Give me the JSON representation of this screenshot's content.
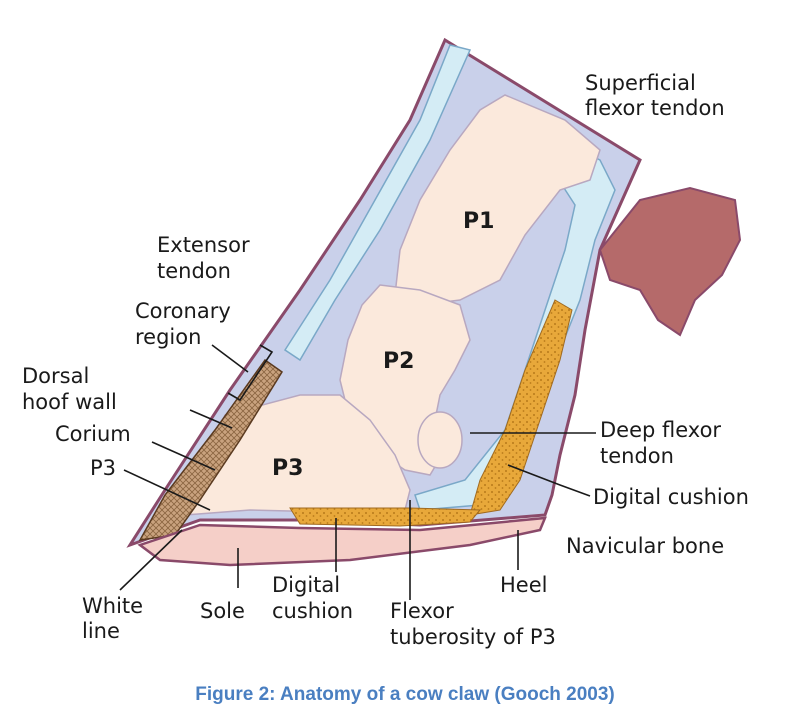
{
  "labels": {
    "superficial_flexor_1": "Superficial",
    "superficial_flexor_2": "flexor tendon",
    "extensor_1": "Extensor",
    "extensor_2": "tendon",
    "coronary_1": "Coronary",
    "coronary_2": "region",
    "dorsal_1": "Dorsal",
    "dorsal_2": "hoof wall",
    "corium": "Corium",
    "p3_side": "P3",
    "white_1": "White",
    "white_2": "line",
    "sole": "Sole",
    "digital_cushion_bottom_1": "Digital",
    "digital_cushion_bottom_2": "cushion",
    "flexor_tub_1": "Flexor",
    "flexor_tub_2": "tuberosity of P3",
    "heel": "Heel",
    "navicular": "Navicular bone",
    "digital_cushion_right": "Digital cushion",
    "deep_flexor_1": "Deep flexor",
    "deep_flexor_2": "tendon"
  },
  "bones": {
    "p1": "P1",
    "p2": "P2",
    "p3": "P3"
  },
  "caption": "Figure 2: Anatomy of a cow claw (Gooch 2003)",
  "colors": {
    "skin": "#c9d0ea",
    "tendon": "#d4ecf5",
    "bone": "#fbe9dc",
    "outline": "#8a4a6a",
    "hoof": "#c9a27e",
    "cushion": "#e8a83a",
    "sole": "#f5cfc8",
    "heel_mass": "#b56a6a",
    "caption": "#4a7fc1"
  }
}
